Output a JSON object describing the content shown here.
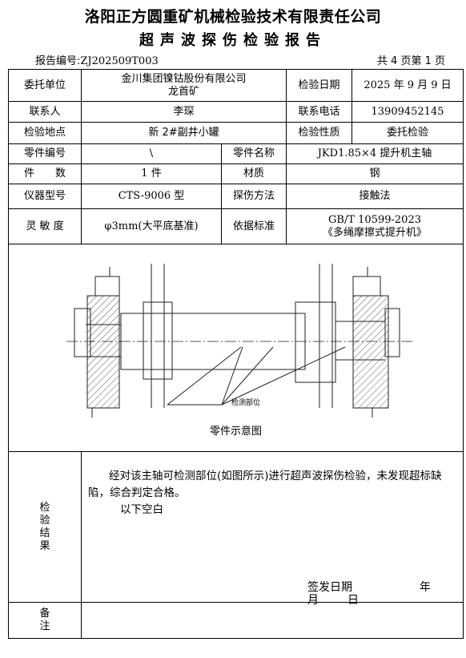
{
  "header": {
    "company": "洛阳正方圆重矿机械检验技术有限责任公司",
    "report_title": "超声波探伤检验报告",
    "report_no_label": "报告编号:",
    "report_no": "ZJ202509T003",
    "page_info": "共 4 页第 1 页"
  },
  "fields": {
    "client_label": "委托单位",
    "client_value_line1": "金川集团镍钴股份有限公司",
    "client_value_line2": "龙首矿",
    "date_label": "检验日期",
    "date_value": "2025 年 9 月 9 日",
    "contact_label": "联系人",
    "contact_value": "李琛",
    "phone_label": "联系电话",
    "phone_value": "13909452145",
    "location_label": "检验地点",
    "location_value": "新 2#副井小罐",
    "nature_label": "检验性质",
    "nature_value": "委托检验",
    "part_no_label": "零件编号",
    "part_no_value": "\\",
    "part_name_label": "零件名称",
    "part_name_value": "JKD1.85×4 提升机主轴",
    "qty_label": "件　　数",
    "qty_value": "1 件",
    "material_label": "材质",
    "material_value": "钢",
    "instrument_label": "仪器型号",
    "instrument_value": "CTS-9006 型",
    "method_label": "探伤方法",
    "method_value": "接触法",
    "sensitivity_label": "灵 敏 度",
    "sensitivity_value": "φ3mm(大平底基准)",
    "standard_label": "依据标准",
    "standard_value_line1": "GB/T 10599-2023",
    "standard_value_line2": "《多绳摩擦式提升机》"
  },
  "figure": {
    "annotation": "检测部位",
    "caption": "零件示意图"
  },
  "result": {
    "label_chars": [
      "检",
      "验",
      "结",
      "果"
    ],
    "text": "经对该主轴可检测部位(如图所示)进行超声波探伤检验，未发现超标缺陷，综合判定合格。",
    "blank_note": "以下空白",
    "sign_label": "签发日期",
    "year": "年",
    "month": "月",
    "day": "日"
  },
  "remarks": {
    "label_chars": [
      "备",
      "注"
    ]
  }
}
